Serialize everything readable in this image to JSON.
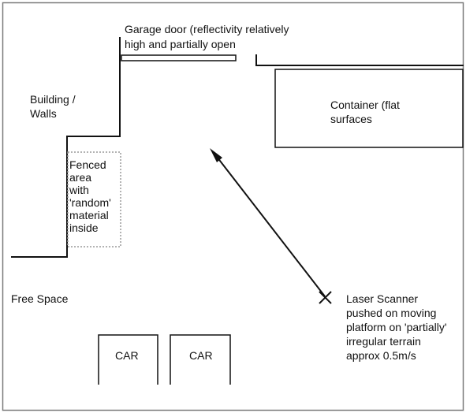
{
  "diagram": {
    "labels": {
      "garage_door": [
        "Garage door (reflectivity relatively",
        "high and partially open"
      ],
      "building": [
        "Building /",
        "Walls"
      ],
      "container": [
        "Container (flat",
        "surfaces"
      ],
      "fenced_area": [
        "Fenced",
        "area",
        "with",
        "'random'",
        "material",
        "inside"
      ],
      "free_space": "Free Space",
      "scanner": [
        "Laser Scanner",
        "pushed on moving",
        "platform on 'partially'",
        "irregular terrain",
        "approx 0.5m/s"
      ],
      "car_left": "CAR",
      "car_right": "CAR"
    },
    "colors": {
      "line": "#111111",
      "fence": "#9a9a9a",
      "border": "#7a7a7a"
    }
  }
}
